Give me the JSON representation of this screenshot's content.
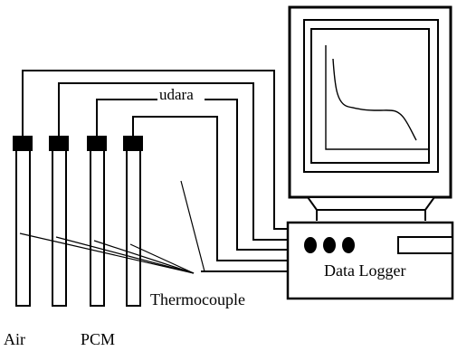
{
  "labels": {
    "udara": "udara",
    "data_logger": "Data Logger",
    "thermocouple": "Thermocouple",
    "air": "Air",
    "pcm": "PCM"
  },
  "colors": {
    "ink": "#000000",
    "background": "#ffffff"
  },
  "components": {
    "tubes": 4,
    "logger_knobs": 3
  }
}
